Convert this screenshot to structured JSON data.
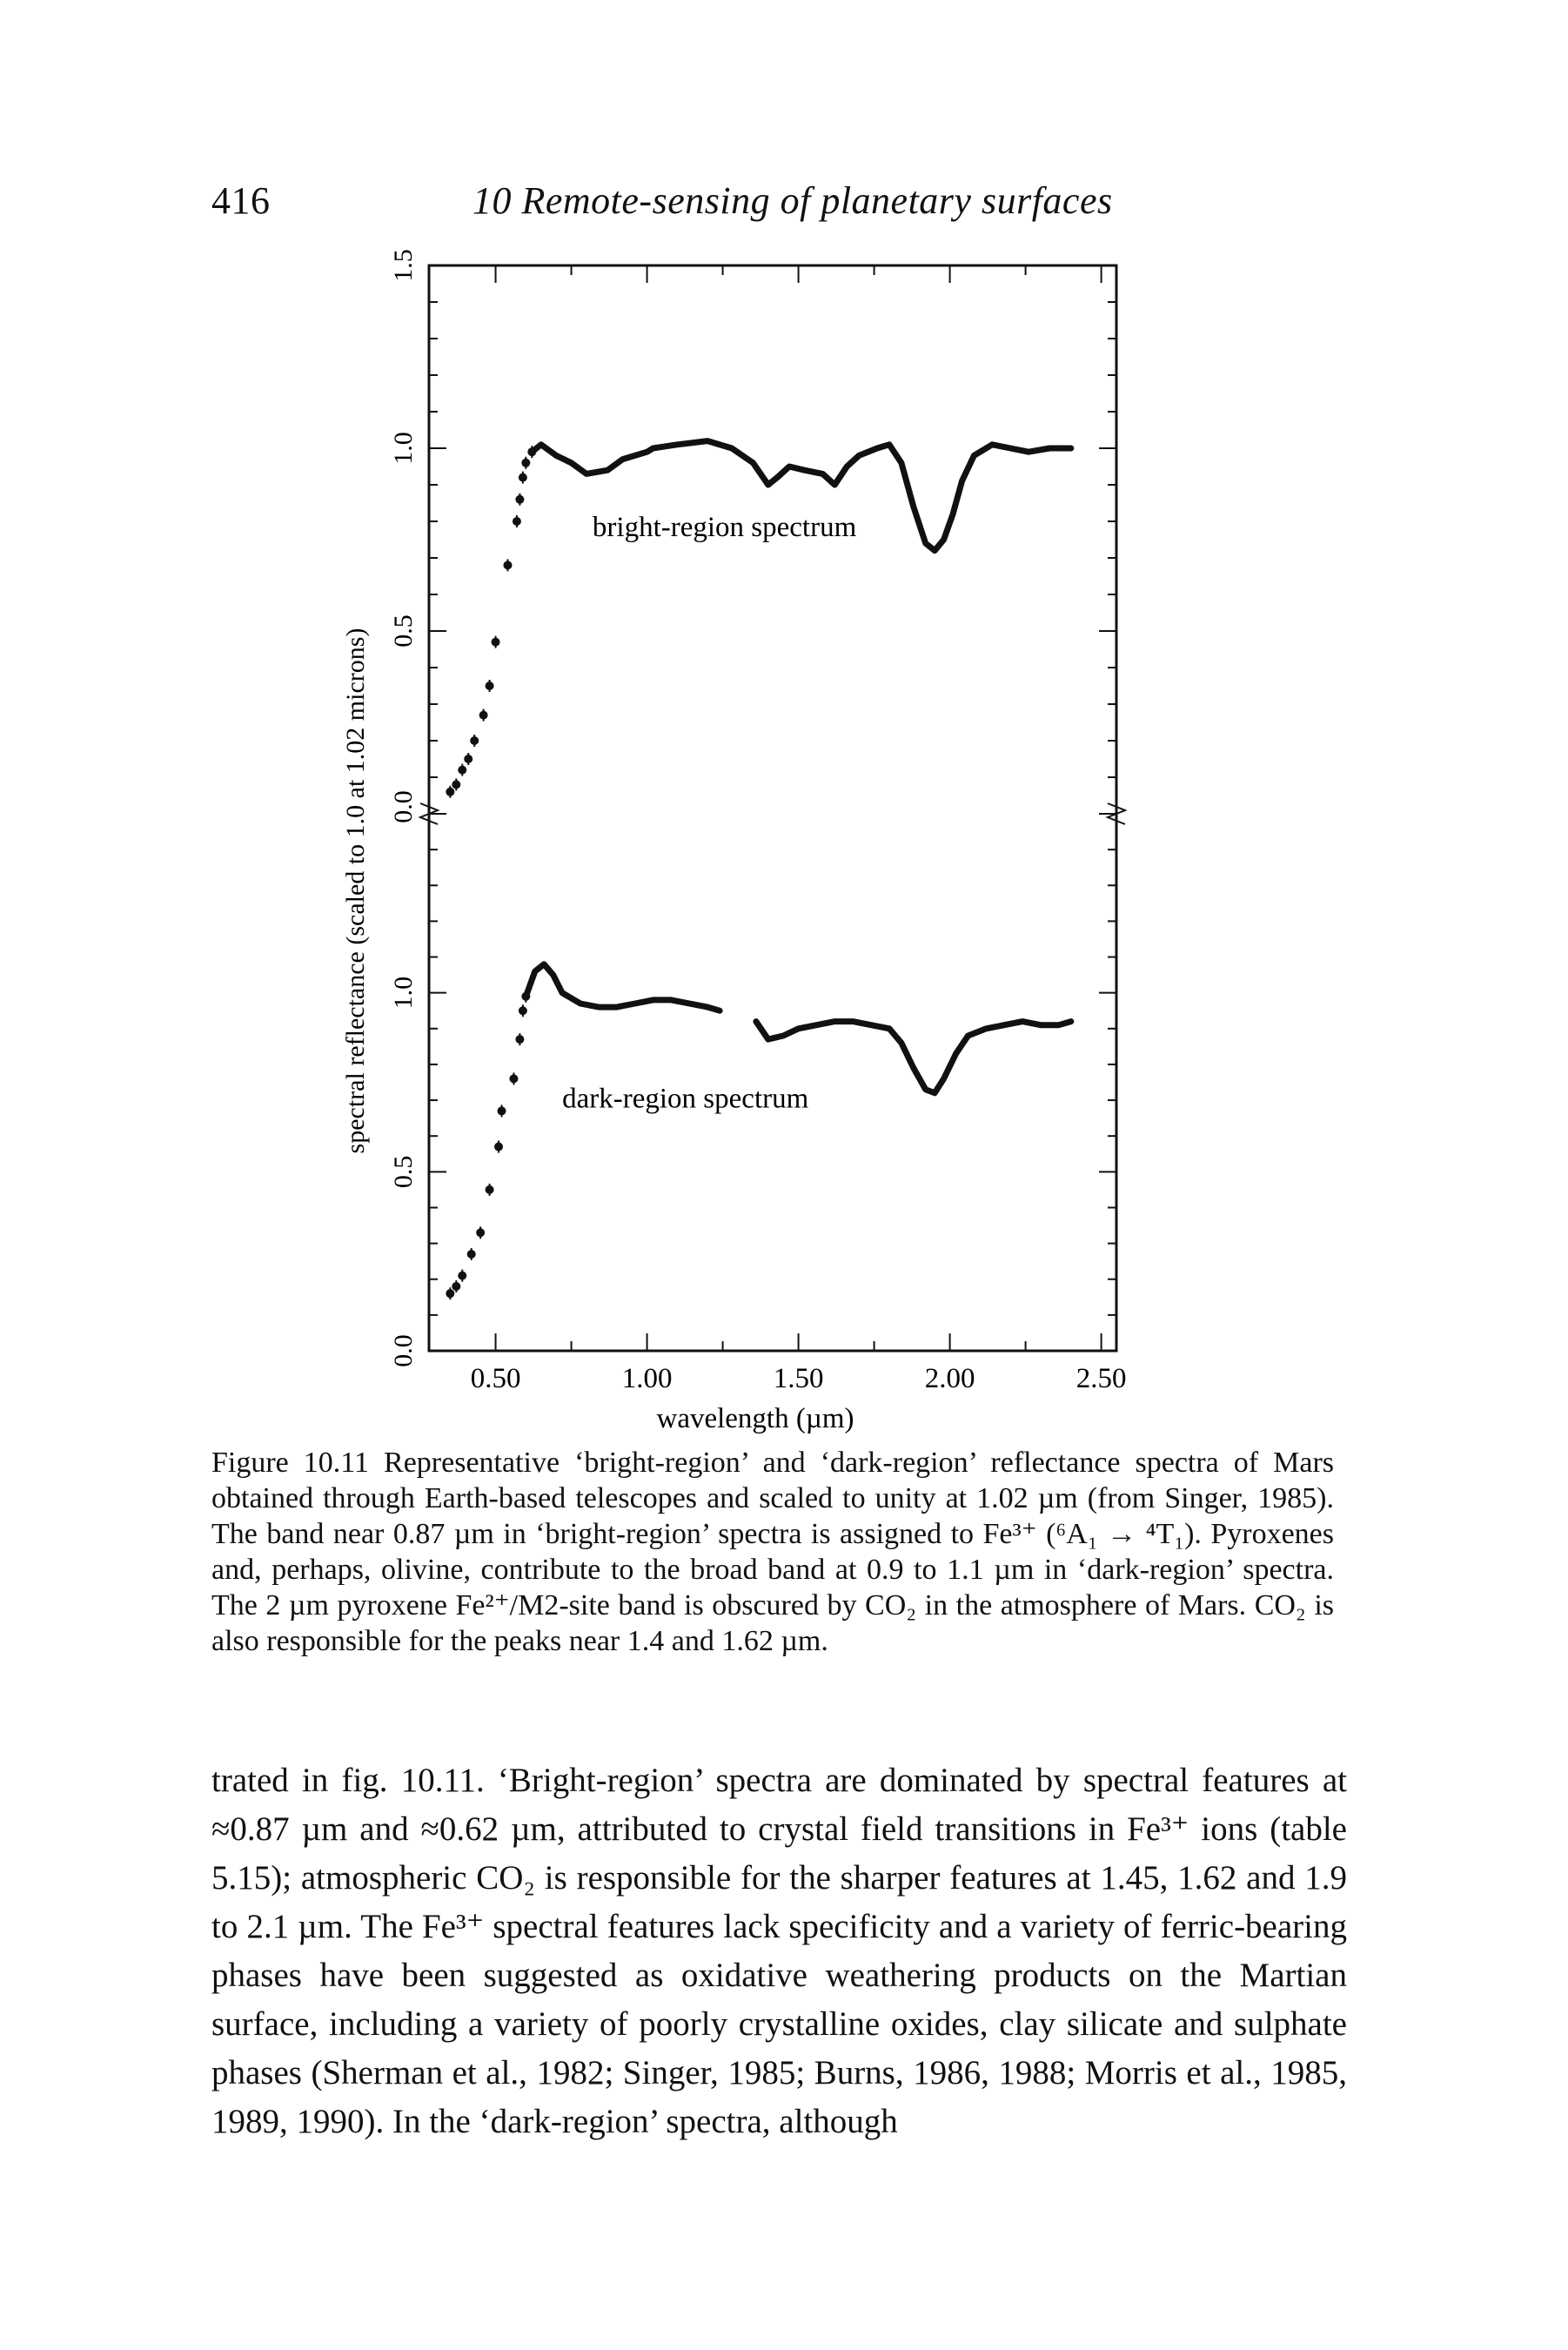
{
  "header": {
    "page_number": "416",
    "chapter_title": "10 Remote-sensing of planetary surfaces"
  },
  "chart_data": [
    {
      "type": "scatter",
      "title": "",
      "xlabel": "wavelength (µm)",
      "ylabel": "spectral reflectance (scaled to 1.0 at 1.02 microns)",
      "xlim": [
        0.28,
        2.55
      ],
      "x_ticks": [
        "0.50",
        "1.00",
        "1.50",
        "2.00",
        "2.50"
      ],
      "panels": [
        {
          "name": "bright-region spectrum",
          "ylim": [
            0.0,
            1.5
          ],
          "y_ticks": [
            "0.0",
            "0.5",
            "1.0",
            "1.5"
          ],
          "points": [
            [
              0.35,
              0.06
            ],
            [
              0.37,
              0.08
            ],
            [
              0.39,
              0.12
            ],
            [
              0.41,
              0.15
            ],
            [
              0.43,
              0.2
            ],
            [
              0.46,
              0.27
            ],
            [
              0.48,
              0.35
            ],
            [
              0.5,
              0.47
            ],
            [
              0.54,
              0.68
            ],
            [
              0.57,
              0.8
            ],
            [
              0.58,
              0.86
            ],
            [
              0.59,
              0.92
            ],
            [
              0.6,
              0.96
            ],
            [
              0.62,
              0.99
            ]
          ],
          "line": [
            [
              0.62,
              0.99
            ],
            [
              0.65,
              1.01
            ],
            [
              0.7,
              0.98
            ],
            [
              0.75,
              0.96
            ],
            [
              0.8,
              0.93
            ],
            [
              0.87,
              0.94
            ],
            [
              0.92,
              0.97
            ],
            [
              1.0,
              0.99
            ],
            [
              1.02,
              1.0
            ],
            [
              1.1,
              1.01
            ],
            [
              1.2,
              1.02
            ],
            [
              1.28,
              1.0
            ],
            [
              1.35,
              0.96
            ],
            [
              1.4,
              0.9
            ],
            [
              1.43,
              0.92
            ],
            [
              1.47,
              0.95
            ],
            [
              1.52,
              0.94
            ],
            [
              1.58,
              0.93
            ],
            [
              1.62,
              0.9
            ],
            [
              1.66,
              0.95
            ],
            [
              1.7,
              0.98
            ],
            [
              1.76,
              1.0
            ],
            [
              1.8,
              1.01
            ],
            [
              1.84,
              0.96
            ],
            [
              1.88,
              0.84
            ],
            [
              1.92,
              0.74
            ],
            [
              1.95,
              0.72
            ],
            [
              1.98,
              0.75
            ],
            [
              2.01,
              0.82
            ],
            [
              2.04,
              0.91
            ],
            [
              2.08,
              0.98
            ],
            [
              2.14,
              1.01
            ],
            [
              2.2,
              1.0
            ],
            [
              2.26,
              0.99
            ],
            [
              2.33,
              1.0
            ],
            [
              2.4,
              1.0
            ]
          ]
        },
        {
          "name": "dark-region spectrum",
          "ylim": [
            0.0,
            1.5
          ],
          "y_ticks": [
            "0.0",
            "0.5",
            "1.0",
            "1.5"
          ],
          "points": [
            [
              0.35,
              0.16
            ],
            [
              0.37,
              0.18
            ],
            [
              0.39,
              0.21
            ],
            [
              0.42,
              0.27
            ],
            [
              0.45,
              0.33
            ],
            [
              0.48,
              0.45
            ],
            [
              0.51,
              0.57
            ],
            [
              0.52,
              0.67
            ],
            [
              0.56,
              0.76
            ],
            [
              0.58,
              0.87
            ],
            [
              0.59,
              0.95
            ],
            [
              0.6,
              0.99
            ]
          ],
          "line": [
            [
              0.6,
              0.99
            ],
            [
              0.63,
              1.06
            ],
            [
              0.66,
              1.08
            ],
            [
              0.69,
              1.05
            ],
            [
              0.72,
              1.0
            ],
            [
              0.78,
              0.97
            ],
            [
              0.84,
              0.96
            ],
            [
              0.9,
              0.96
            ],
            [
              0.96,
              0.97
            ],
            [
              1.02,
              0.98
            ],
            [
              1.08,
              0.98
            ],
            [
              1.14,
              0.97
            ],
            [
              1.2,
              0.96
            ],
            [
              1.24,
              0.95
            ]
          ],
          "line2": [
            [
              1.36,
              0.92
            ],
            [
              1.4,
              0.87
            ],
            [
              1.45,
              0.88
            ],
            [
              1.5,
              0.9
            ],
            [
              1.56,
              0.91
            ],
            [
              1.62,
              0.92
            ],
            [
              1.68,
              0.92
            ],
            [
              1.74,
              0.91
            ],
            [
              1.8,
              0.9
            ],
            [
              1.84,
              0.86
            ],
            [
              1.88,
              0.79
            ],
            [
              1.92,
              0.73
            ],
            [
              1.95,
              0.72
            ],
            [
              1.98,
              0.76
            ],
            [
              2.02,
              0.83
            ],
            [
              2.06,
              0.88
            ],
            [
              2.12,
              0.9
            ],
            [
              2.18,
              0.91
            ],
            [
              2.24,
              0.92
            ],
            [
              2.3,
              0.91
            ],
            [
              2.36,
              0.91
            ],
            [
              2.4,
              0.92
            ]
          ]
        }
      ]
    }
  ],
  "caption": {
    "figure_label": "Figure 10.11",
    "text": "Representative ‘bright-region’ and ‘dark-region’ reflectance spectra of Mars obtained through Earth-based telescopes and scaled to unity at 1.02 µm (from Singer, 1985). The band near 0.87 µm in ‘bright-region’ spectra is assigned to Fe³⁺ (⁶A₁ → ⁴T₁). Pyroxenes and, perhaps, olivine, contribute to the broad band at 0.9 to 1.1 µm in ‘dark-region’ spectra. The 2 µm pyroxene Fe²⁺/M2-site band is obscured by CO₂ in the atmosphere of Mars. CO₂ is also responsible for the peaks near 1.4 and 1.62 µm."
  },
  "body": {
    "paragraph": "trated in fig. 10.11. ‘Bright-region’ spectra are dominated by spectral features at ≈0.87 µm and ≈0.62 µm, attributed to crystal field transitions in Fe³⁺ ions (table 5.15); atmospheric CO₂ is responsible for the sharper features at 1.45, 1.62 and 1.9 to 2.1 µm. The Fe³⁺ spectral features lack specificity and a variety of ferric-bearing phases have been suggested as oxidative weathering products on the Martian surface, including a variety of poorly crystalline oxides, clay silicate and sulphate phases (Sherman et al., 1982; Singer, 1985; Burns, 1986, 1988; Morris et al., 1985, 1989, 1990). In the ‘dark-region’ spectra, although"
  }
}
